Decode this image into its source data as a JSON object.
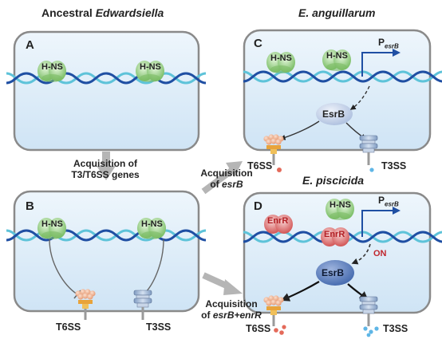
{
  "titles": {
    "ancestral_prefix": "Ancestral ",
    "ancestral_genus": "Edwardsiella",
    "anguillarum": "E. anguillarum",
    "piscicida": "E. piscicida"
  },
  "panels": {
    "a": "A",
    "b": "B",
    "c": "C",
    "d": "D"
  },
  "proteins": {
    "hns": "H-NS",
    "enrr": "EnrR",
    "esrb": "EsrB"
  },
  "promoter": {
    "p": "P",
    "sub": "esrB"
  },
  "regulation": {
    "on": "ON"
  },
  "systems": {
    "t6ss": "T6SS",
    "t3ss": "T3SS"
  },
  "arrows": {
    "t3t6_line1": "Acquisition of",
    "t3t6_line2": "T3/T6SS genes",
    "esrb_line1": "Acquisition",
    "esrb_prefix": "of ",
    "esrb_gene": "esrB",
    "esrbenrr_line1": "Acquisition",
    "esrbenrr_prefix": "of ",
    "esrbenrr_gene": "esrB+enrR"
  },
  "colors": {
    "cell_fill": "#dcecf8",
    "cell_border": "#8a8a8a",
    "dna_dark": "#1f4fa3",
    "dna_light": "#5ec3d9",
    "hns_green": "#8fcf7a",
    "enrr_red": "#e06a6a",
    "esrb_light": "#b9c9e2",
    "esrb_dark": "#4a70b5",
    "arrow_gray": "#b5b5b5",
    "on_red": "#c0262d"
  }
}
